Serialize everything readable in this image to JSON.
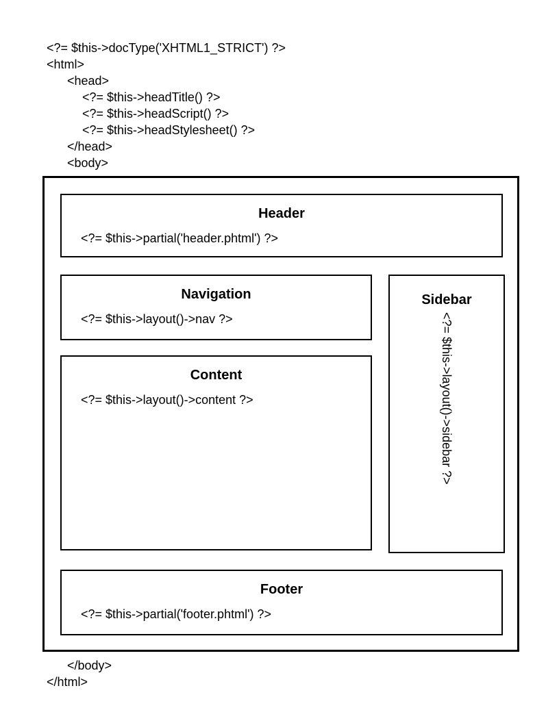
{
  "colors": {
    "background": "#ffffff",
    "border": "#000000",
    "text": "#000000"
  },
  "code_top": {
    "lines": [
      {
        "text": "<?= $this->docType('XHTML1_STRICT') ?>",
        "indent": 0
      },
      {
        "text": "<html>",
        "indent": 0
      },
      {
        "text": "<head>",
        "indent": 1
      },
      {
        "text": "<?= $this->headTitle() ?>",
        "indent": 2
      },
      {
        "text": "<?= $this->headScript() ?>",
        "indent": 2
      },
      {
        "text": "<?= $this->headStylesheet() ?>",
        "indent": 2
      },
      {
        "text": "</head>",
        "indent": 1
      },
      {
        "text": "<body>",
        "indent": 1
      }
    ]
  },
  "diagram": {
    "header": {
      "title": "Header",
      "code": "<?= $this->partial('header.phtml') ?>"
    },
    "navigation": {
      "title": "Navigation",
      "code": "<?= $this->layout()->nav ?>"
    },
    "content": {
      "title": "Content",
      "code": "<?= $this->layout()->content ?>"
    },
    "sidebar": {
      "title": "Sidebar",
      "code": "<?= $this->layout()->sidebar ?>"
    },
    "footer": {
      "title": "Footer",
      "code": "<?= $this->partial('footer.phtml') ?>"
    }
  },
  "code_bottom": {
    "lines": [
      {
        "text": "</body>",
        "indent": 1
      },
      {
        "text": "</html>",
        "indent": 0
      }
    ]
  }
}
